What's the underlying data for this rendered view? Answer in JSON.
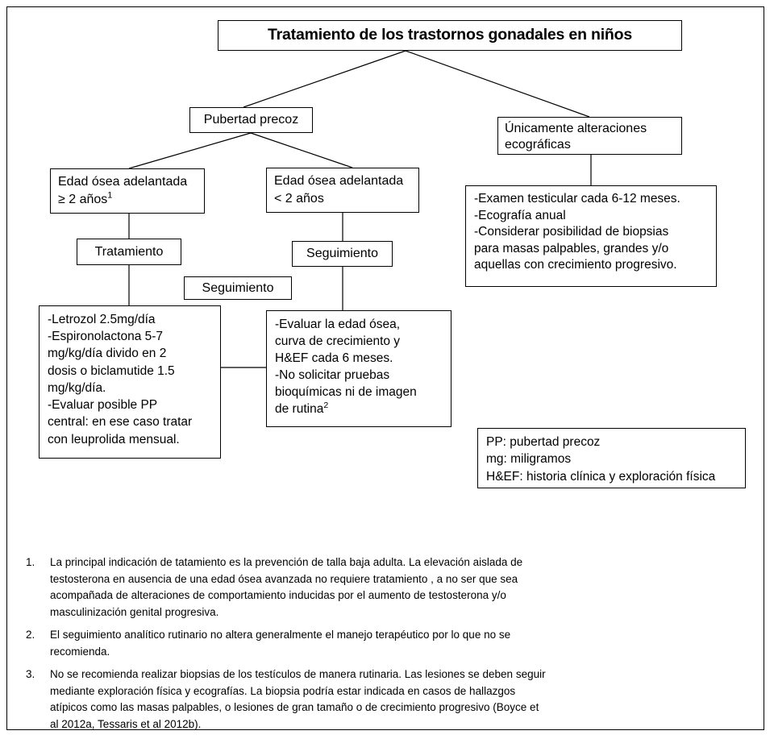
{
  "title": {
    "text": "Tratamiento de  los trastornos gonadales en niños"
  },
  "nodes": {
    "pubertad_precoz": "Pubertad precoz",
    "unicamente_eco": "Únicamente  alteraciones\necográficas",
    "edad_osea_ge": "Edad ósea adelantada\n≥ 2 años",
    "edad_osea_ge_sup": "1",
    "edad_osea_lt": "Edad ósea adelantada\n< 2 años",
    "examen_testicular": "-Examen testicular cada 6-12 meses.\n-Ecografía anual\n-Considerar posibilidad de biopsias\npara masas palpables, grandes y/o\naquellas con crecimiento progresivo.",
    "tratamiento": "Tratamiento",
    "seguimiento_centro": "Seguimiento",
    "seguimiento_derecha": "Seguimiento",
    "letrozol": "-Letrozol 2.5mg/día\n-Espironolactona 5-7\nmg/kg/día divido en 2\ndosis o biclamutide 1.5\nmg/kg/día.\n-Evaluar posible PP\ncentral: en ese caso tratar\ncon leuprolida mensual.",
    "evaluar": "-Evaluar la edad ósea,\ncurva de crecimiento y\nH&EF cada 6 meses.\n-No solicitar pruebas\nbioquímicas ni de imagen\nde rutina",
    "evaluar_sup": "2",
    "legend": "PP: pubertad precoz\nmg: miligramos\nH&EF: historia clínica y exploración física"
  },
  "footnotes": [
    {
      "num": "1.",
      "text": "La principal  indicación de tatamiento es la prevención  de talla baja adulta. La elevación aislada de testosterona  en ausencia de una edad ósea avanzada no requiere  tratamiento , a no ser que sea acompañada de alteraciones de comportamiento inducidas por el aumento de testosterona y/o masculinización genital progresiva."
    },
    {
      "num": "2.",
      "text": "El seguimiento analítico rutinario no altera generalmente  el manejo  terapéutico por lo que no se recomienda."
    },
    {
      "num": "3.",
      "text": "No se recomienda realizar biopsias de los testículos de manera rutinaria. Las lesiones se deben seguir mediante exploración física y ecografías. La biopsia podría estar indicada en casos de hallazgos atípicos como las masas palpables, o lesiones  de gran tamaño o de crecimiento progresivo (Boyce et al 2012a, Tessaris et al 2012b)."
    }
  ],
  "colors": {
    "border": "#000000",
    "background": "#ffffff",
    "text": "#000000"
  }
}
